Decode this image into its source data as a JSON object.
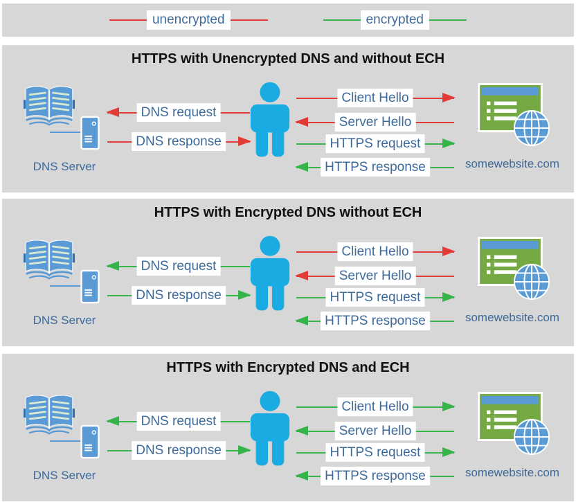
{
  "colors": {
    "panel_bg": "#d7d7d7",
    "red": "#e23c39",
    "green": "#35b44a",
    "label_text": "#3d6a9a",
    "icon_blue": "#5b9bd5",
    "person_blue": "#1aabe3",
    "site_green": "#74a943",
    "title_text": "#111111"
  },
  "legend": {
    "items": [
      {
        "label": "unencrypted",
        "color": "red"
      },
      {
        "label": "encrypted",
        "color": "green"
      }
    ]
  },
  "icons": {
    "dns_book": "open-book-icon",
    "dns_tower": "server-tower-icon",
    "user": "person-icon",
    "website_window": "browser-window-icon",
    "globe": "globe-icon"
  },
  "panels": [
    {
      "title": "HTTPS with Unencrypted DNS and without ECH",
      "dns_server_label": "DNS Server",
      "website_label": "somewebsite.com",
      "dns_arrows": [
        {
          "label": "DNS request",
          "direction": "left",
          "color": "red"
        },
        {
          "label": "DNS response",
          "direction": "right",
          "color": "red"
        }
      ],
      "https_arrows": [
        {
          "label": "Client Hello",
          "direction": "right",
          "color": "red"
        },
        {
          "label": "Server Hello",
          "direction": "left",
          "color": "red"
        },
        {
          "label": "HTTPS request",
          "direction": "right",
          "color": "green"
        },
        {
          "label": "HTTPS response",
          "direction": "left",
          "color": "green"
        }
      ]
    },
    {
      "title": "HTTPS with Encrypted DNS without ECH",
      "dns_server_label": "DNS Server",
      "website_label": "somewebsite.com",
      "dns_arrows": [
        {
          "label": "DNS request",
          "direction": "left",
          "color": "green"
        },
        {
          "label": "DNS response",
          "direction": "right",
          "color": "green"
        }
      ],
      "https_arrows": [
        {
          "label": "Client Hello",
          "direction": "right",
          "color": "red"
        },
        {
          "label": "Server Hello",
          "direction": "left",
          "color": "red"
        },
        {
          "label": "HTTPS request",
          "direction": "right",
          "color": "green"
        },
        {
          "label": "HTTPS response",
          "direction": "left",
          "color": "green"
        }
      ]
    },
    {
      "title": "HTTPS with Encrypted DNS and ECH",
      "dns_server_label": "DNS Server",
      "website_label": "somewebsite.com",
      "dns_arrows": [
        {
          "label": "DNS request",
          "direction": "left",
          "color": "green"
        },
        {
          "label": "DNS response",
          "direction": "right",
          "color": "green"
        }
      ],
      "https_arrows": [
        {
          "label": "Client Hello",
          "direction": "right",
          "color": "green"
        },
        {
          "label": "Server Hello",
          "direction": "left",
          "color": "green"
        },
        {
          "label": "HTTPS request",
          "direction": "right",
          "color": "green"
        },
        {
          "label": "HTTPS response",
          "direction": "left",
          "color": "green"
        }
      ]
    }
  ]
}
